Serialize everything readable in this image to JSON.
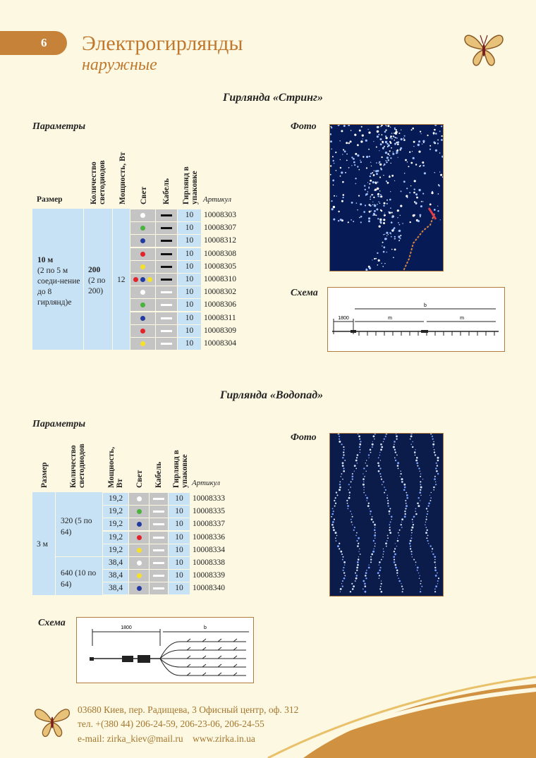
{
  "header": {
    "page_number": "6",
    "title": "Электрогирлянды",
    "subtitle": "наружные"
  },
  "colors": {
    "accent": "#c7823a",
    "table_blue": "#c8e2f5",
    "table_gray": "#c4c4c4",
    "led_white": "#ffffff",
    "led_green": "#4cb23e",
    "led_blue": "#233a9e",
    "led_red": "#e2232a",
    "led_yellow": "#f5e12a"
  },
  "section1": {
    "title": "Гирлянда «Стринг»",
    "params_label": "Параметры",
    "photo_label": "Фото",
    "schema_label": "Схема",
    "columns": {
      "size": "Размер",
      "count": "Количество светодиодов",
      "power": "Мощность, Вт",
      "light": "Свет",
      "cable": "Кабель",
      "pack": "Гирлянд в упаковке",
      "article": "Артикул"
    },
    "size_bold": "10 м",
    "size_text": "(2 по 5 м соеди-нение до 8 гирлянд)е",
    "count_bold": "200",
    "count_text": "(2 по 200)",
    "power": "12",
    "rows": [
      {
        "light": [
          "white"
        ],
        "cable": "black",
        "pack": "10",
        "article": "10008303"
      },
      {
        "light": [
          "green"
        ],
        "cable": "black",
        "pack": "10",
        "article": "10008307"
      },
      {
        "light": [
          "blue"
        ],
        "cable": "black",
        "pack": "10",
        "article": "10008312"
      },
      {
        "light": [
          "red"
        ],
        "cable": "black",
        "pack": "10",
        "article": "10008308"
      },
      {
        "light": [
          "yellow"
        ],
        "cable": "black",
        "pack": "10",
        "article": "10008305"
      },
      {
        "light": [
          "red",
          "blue",
          "yellow"
        ],
        "cable": "black",
        "pack": "10",
        "article": "10008310"
      },
      {
        "light": [
          "white"
        ],
        "cable": "white",
        "pack": "10",
        "article": "10008302"
      },
      {
        "light": [
          "green"
        ],
        "cable": "white",
        "pack": "10",
        "article": "10008306"
      },
      {
        "light": [
          "blue"
        ],
        "cable": "white",
        "pack": "10",
        "article": "10008311"
      },
      {
        "light": [
          "red"
        ],
        "cable": "white",
        "pack": "10",
        "article": "10008309"
      },
      {
        "light": [
          "yellow"
        ],
        "cable": "white",
        "pack": "10",
        "article": "10008304"
      }
    ],
    "schema": {
      "dim1": "1800",
      "dim_b": "b",
      "dim_m": "m"
    }
  },
  "section2": {
    "title": "Гирлянда «Водопад»",
    "params_label": "Параметры",
    "photo_label": "Фото",
    "schema_label": "Схема",
    "columns": {
      "size": "Размер",
      "count": "Количество светодиодов",
      "power": "Мощность, Вт",
      "light": "Свет",
      "cable": "Кабель",
      "pack": "Гирлянд в упаковке",
      "article": "Артикул"
    },
    "size": "3 м",
    "group1": "320 (5 по 64)",
    "group2": "640 (10 по 64)",
    "rows": [
      {
        "power": "19,2",
        "light": "white",
        "pack": "10",
        "article": "10008333"
      },
      {
        "power": "19,2",
        "light": "green",
        "pack": "10",
        "article": "10008335"
      },
      {
        "power": "19,2",
        "light": "blue",
        "pack": "10",
        "article": "10008337"
      },
      {
        "power": "19,2",
        "light": "red",
        "pack": "10",
        "article": "10008336"
      },
      {
        "power": "19,2",
        "light": "yellow",
        "pack": "10",
        "article": "10008334"
      },
      {
        "power": "38,4",
        "light": "white",
        "pack": "10",
        "article": "10008338"
      },
      {
        "power": "38,4",
        "light": "yellow",
        "pack": "10",
        "article": "10008339"
      },
      {
        "power": "38,4",
        "light": "blue",
        "pack": "10",
        "article": "10008340"
      }
    ],
    "schema": {
      "dim1": "1800",
      "dim_b": "b"
    }
  },
  "footer": {
    "address": "03680 Киев, пер. Радищева, 3 Офисный центр, оф. 312",
    "phone": "тел. +(380 44) 206-24-59, 206-23-06, 206-24-55",
    "email": "e-mail: zirka_kiev@mail.ru",
    "site": "www.zirka.in.ua"
  }
}
